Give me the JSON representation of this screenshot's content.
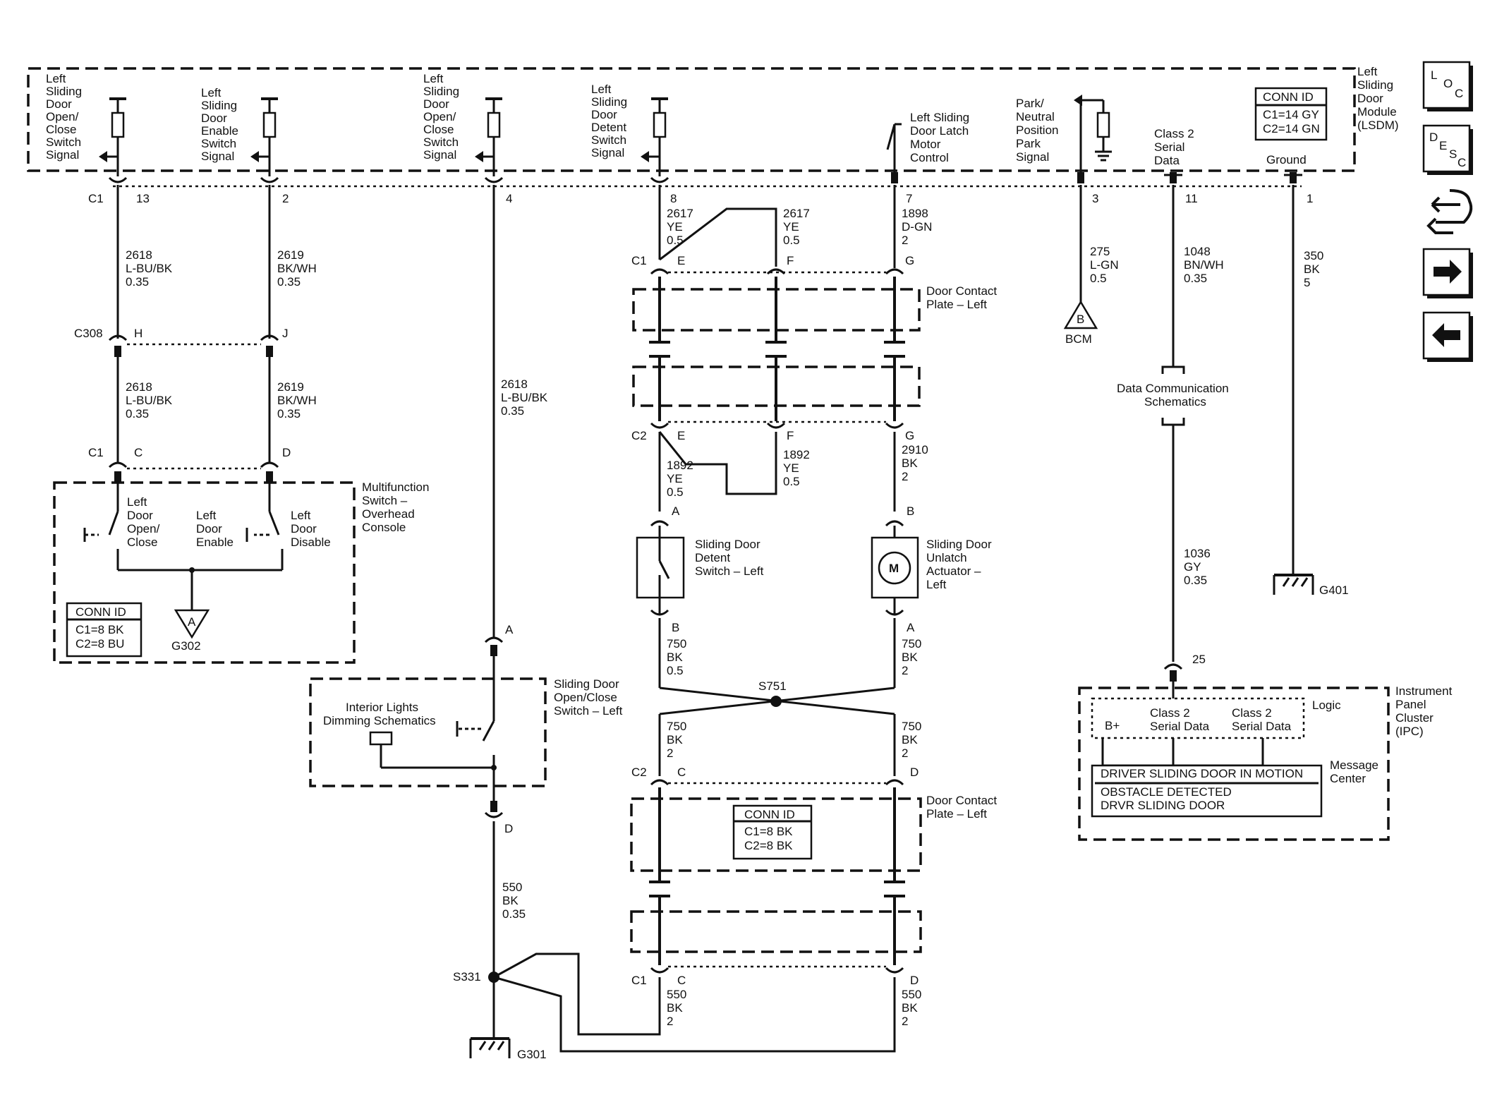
{
  "lsdm": {
    "title_lines": [
      "Left",
      "Sliding",
      "Door",
      "Module",
      "(LSDM)"
    ],
    "conn_id_title": "CONN ID",
    "conn_id_lines": [
      "C1=14 GY",
      "C2=14 GN"
    ],
    "connector": "C1",
    "pins": [
      {
        "label_lines": [
          "Left",
          "Sliding",
          "Door",
          "Open/",
          "Close",
          "Switch",
          "Signal"
        ],
        "pin": "13"
      },
      {
        "label_lines": [
          "Left",
          "Sliding",
          "Door",
          "Enable",
          "Switch",
          "Signal"
        ],
        "pin": "2"
      },
      {
        "label_lines": [
          "Left",
          "Sliding",
          "Door",
          "Open/",
          "Close",
          "Switch",
          "Signal"
        ],
        "pin": "4"
      },
      {
        "label_lines": [
          "Left",
          "Sliding",
          "Door",
          "Detent",
          "Switch",
          "Signal"
        ],
        "pin": "8"
      },
      {
        "label_lines": [
          "Left Sliding",
          "Door Latch",
          "Motor",
          "Control"
        ],
        "pin": "7"
      },
      {
        "label_lines": [
          "Park/",
          "Neutral",
          "Position",
          "Park",
          "Signal"
        ],
        "pin": "3"
      },
      {
        "label_lines": [
          "Class 2",
          "Serial",
          "Data"
        ],
        "pin": "11"
      },
      {
        "label_lines": [
          "Ground"
        ],
        "pin": "1"
      }
    ]
  },
  "wires": {
    "w2618_top": [
      "2618",
      "L-BU/BK",
      "0.35"
    ],
    "w2619_top": [
      "2619",
      "BK/WH",
      "0.35"
    ],
    "w2618_mid": [
      "2618",
      "L-BU/BK",
      "0.35"
    ],
    "w2619_mid": [
      "2619",
      "BK/WH",
      "0.35"
    ],
    "w2618_long": [
      "2618",
      "L-BU/BK",
      "0.35"
    ],
    "w2617_e": [
      "2617",
      "YE",
      "0.5"
    ],
    "w2617_f": [
      "2617",
      "YE",
      "0.5"
    ],
    "w1898": [
      "1898",
      "D-GN",
      "2"
    ],
    "w275": [
      "275",
      "L-GN",
      "0.5"
    ],
    "w1048": [
      "1048",
      "BN/WH",
      "0.35"
    ],
    "w350": [
      "350",
      "BK",
      "5"
    ],
    "w1892_e": [
      "1892",
      "YE",
      "0.5"
    ],
    "w1892_f": [
      "1892",
      "YE",
      "0.5"
    ],
    "w2910": [
      "2910",
      "BK",
      "2"
    ],
    "w1036": [
      "1036",
      "GY",
      "0.35"
    ],
    "w750_b": [
      "750",
      "BK",
      "0.5"
    ],
    "w750_a": [
      "750",
      "BK",
      "2"
    ],
    "w750_c": [
      "750",
      "BK",
      "2"
    ],
    "w750_d": [
      "750",
      "BK",
      "2"
    ],
    "w550_long": [
      "550",
      "BK",
      "0.35"
    ],
    "w550_c": [
      "550",
      "BK",
      "2"
    ],
    "w550_d": [
      "550",
      "BK",
      "2"
    ]
  },
  "connectors": {
    "c308": "C308",
    "c308_h": "H",
    "c308_j": "J",
    "c1_mf": "C1",
    "c1_mf_c": "C",
    "c1_mf_d": "D",
    "c1_dp": "C1",
    "c1_dp_e": "E",
    "c1_dp_f": "F",
    "c1_dp_g": "G",
    "c2_dp": "C2",
    "c2_dp_e": "E",
    "c2_dp_f": "F",
    "c2_dp_g": "G",
    "c2_lower": "C2",
    "c2_lower_c": "C",
    "c2_lower_d": "D",
    "c1_lower": "C1",
    "c1_lower_c": "C",
    "c1_lower_d": "D",
    "pin_a_sw": "A",
    "pin_d_sw": "D",
    "pin_a_detent": "A",
    "pin_b_detent": "B",
    "pin_b_actuator": "B",
    "pin_a_actuator": "A",
    "pin_25": "25"
  },
  "components": {
    "door_contact_plate_lines": [
      "Door Contact",
      "Plate – Left"
    ],
    "multifunction_lines": [
      "Multifunction",
      "Switch –",
      "Overhead",
      "Console"
    ],
    "mf_switch1_lines": [
      "Left",
      "Door",
      "Open/",
      "Close"
    ],
    "mf_switch2_lines": [
      "Left",
      "Door",
      "Enable"
    ],
    "mf_switch3_lines": [
      "Left",
      "Door",
      "Disable"
    ],
    "mf_conn_id_title": "CONN ID",
    "mf_conn_id_lines": [
      "C1=8 BK",
      "C2=8 BU"
    ],
    "detent_switch_lines": [
      "Sliding Door",
      "Detent",
      "Switch – Left"
    ],
    "actuator_lines": [
      "Sliding Door",
      "Unlatch",
      "Actuator –",
      "Left"
    ],
    "motor_symbol": "M",
    "openclose_switch_lines": [
      "Sliding Door",
      "Open/Close",
      "Switch – Left"
    ],
    "interior_lights_lines": [
      "Interior Lights",
      "Dimming Schematics"
    ],
    "door_plate_conn_id_title": "CONN ID",
    "door_plate_conn_id_lines": [
      "C1=8 BK",
      "C2=8 BK"
    ],
    "data_comm_lines": [
      "Data Communication",
      "Schematics"
    ],
    "ipc_lines": [
      "Instrument",
      "Panel",
      "Cluster",
      "(IPC)"
    ],
    "ipc_logic": "Logic",
    "ipc_bplus": "B+",
    "ipc_class2_a": [
      "Class 2",
      "Serial Data"
    ],
    "ipc_class2_b": [
      "Class 2",
      "Serial Data"
    ],
    "message_center_lines": [
      "Message",
      "Center"
    ],
    "message_1": "DRIVER SLIDING DOOR IN MOTION",
    "message_2_lines": [
      "OBSTACLE DETECTED",
      "DRVR SLIDING DOOR"
    ],
    "splice_s751": "S751",
    "splice_s331": "S331",
    "ground_g302": "G302",
    "ground_g301": "G301",
    "ground_g401": "G401",
    "ref_a": "A",
    "ref_b": "B",
    "bcm": "BCM"
  },
  "nav": {
    "loc_letters": [
      "L",
      "O",
      "C"
    ],
    "desc_letters": [
      "D",
      "E",
      "S",
      "C"
    ],
    "connector_icon": "connector-icon",
    "forward_icon": "arrow-right-icon",
    "back_icon": "arrow-left-icon"
  }
}
